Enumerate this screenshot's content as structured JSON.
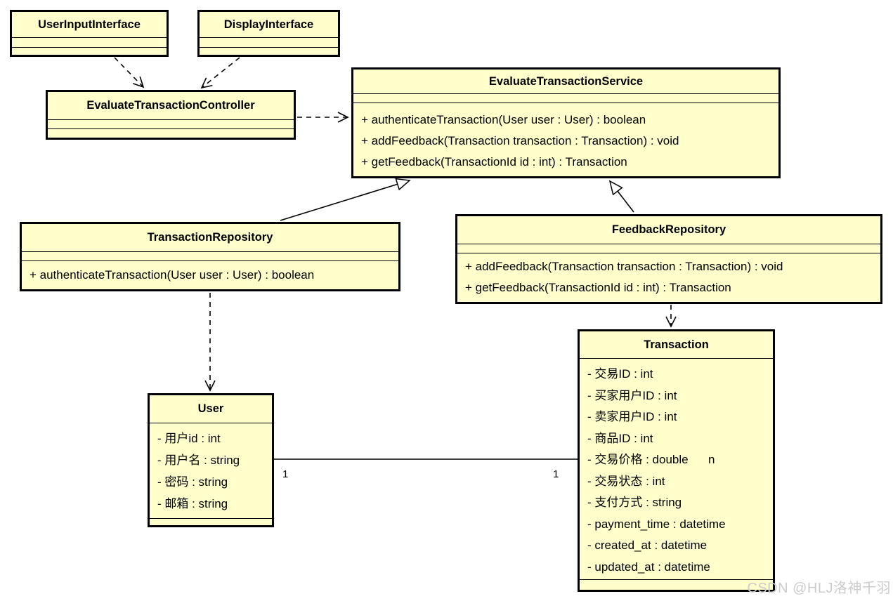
{
  "classes": {
    "user_input_interface": {
      "name": "UserInputInterface"
    },
    "display_interface": {
      "name": "DisplayInterface"
    },
    "evaluate_transaction_controller": {
      "name": "EvaluateTransactionController"
    },
    "evaluate_transaction_service": {
      "name": "EvaluateTransactionService",
      "methods": [
        "+ authenticateTransaction(User user : User) : boolean",
        "+ addFeedback(Transaction transaction : Transaction) : void",
        "+ getFeedback(TransactionId id : int) : Transaction"
      ]
    },
    "transaction_repository": {
      "name": "TransactionRepository",
      "methods": [
        "+ authenticateTransaction(User user : User) : boolean"
      ]
    },
    "feedback_repository": {
      "name": "FeedbackRepository",
      "methods": [
        "+ addFeedback(Transaction transaction : Transaction) : void",
        "+ getFeedback(TransactionId id : int) : Transaction"
      ]
    },
    "user": {
      "name": "User",
      "attributes": [
        "- 用户id : int",
        "- 用户名 : string",
        "- 密码 : string",
        "- 邮箱 : string"
      ]
    },
    "transaction": {
      "name": "Transaction",
      "attributes": [
        "- 交易ID : int",
        "- 买家用户ID : int",
        "- 卖家用户ID : int",
        "- 商品ID : int",
        "- 交易价格 : double      n",
        "- 交易状态 : int",
        "- 支付方式 : string",
        "- payment_time : datetime",
        "- created_at : datetime",
        "- updated_at : datetime"
      ]
    }
  },
  "association_user_transaction": {
    "source_multiplicity": "1",
    "target_multiplicity": "1"
  },
  "watermark": {
    "text": "CSDN @HLJ洛神千羽"
  },
  "colors": {
    "class_fill": "#ffffcc",
    "class_border": "#000000",
    "watermark": "#cccccc"
  }
}
